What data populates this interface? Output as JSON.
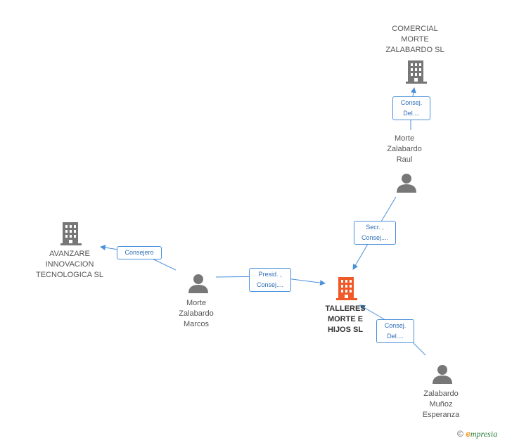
{
  "nodes": {
    "comercial": {
      "label_lines": [
        "COMERCIAL",
        "MORTE",
        "ZALABARDO SL"
      ]
    },
    "avanzare": {
      "label_lines": [
        "AVANZARE",
        "INNOVACION",
        "TECNOLOGICA SL"
      ]
    },
    "talleres": {
      "label_lines": [
        "TALLERES",
        "MORTE E",
        "HIJOS SL"
      ]
    },
    "raul": {
      "label_lines": [
        "Morte",
        "Zalabardo",
        "Raul"
      ]
    },
    "marcos": {
      "label_lines": [
        "Morte",
        "Zalabardo",
        "Marcos"
      ]
    },
    "esperanza": {
      "label_lines": [
        "Zalabardo",
        "Muñoz",
        "Esperanza"
      ]
    }
  },
  "edges": {
    "raul_comercial": [
      "Consej.",
      "Del...."
    ],
    "raul_talleres": [
      "Secr. ,",
      "Consej...."
    ],
    "marcos_avanzare": [
      "Consejero"
    ],
    "marcos_talleres": [
      "Presid. ,",
      "Consej...."
    ],
    "esperanza_talleres": [
      "Consej.",
      "Del...."
    ]
  },
  "colors": {
    "company": "#777777",
    "main_company": "#f05a28",
    "person": "#777777",
    "edge": "#4a90d9"
  },
  "footer": {
    "copyright": "©",
    "brand_initial": "e",
    "brand_rest": "mpresia"
  }
}
